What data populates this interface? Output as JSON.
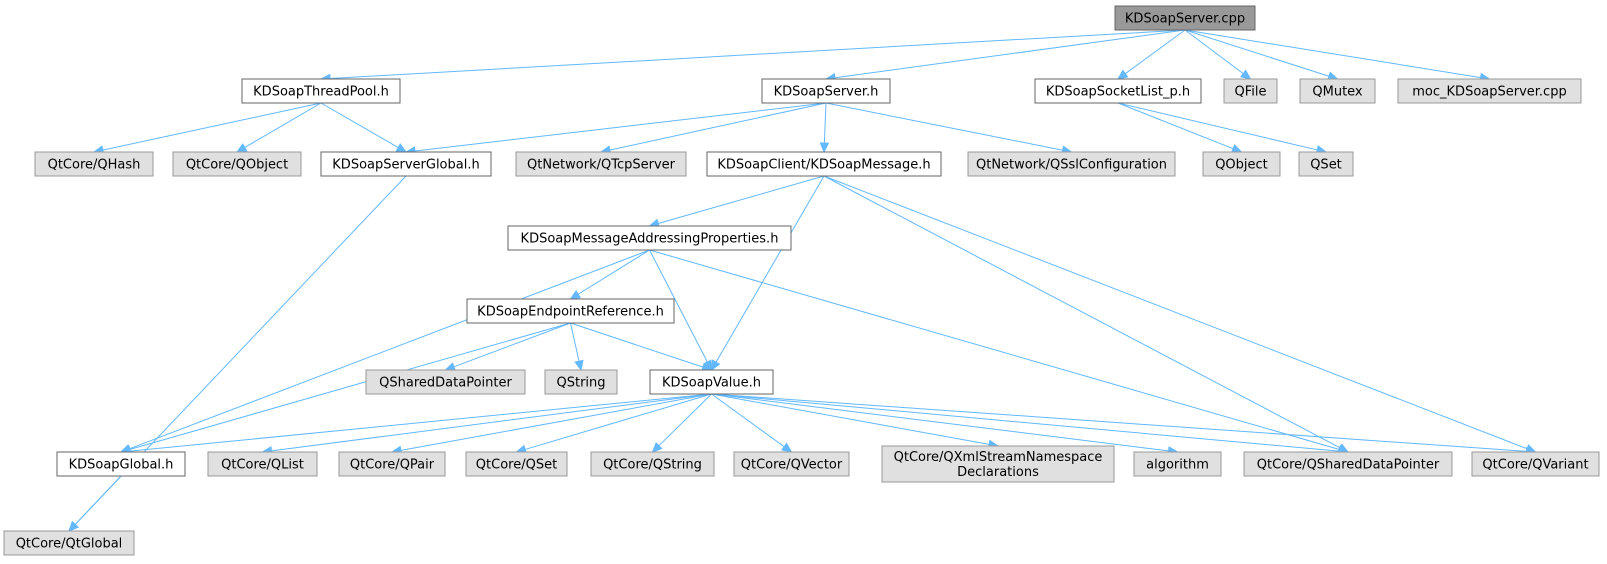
{
  "colors": {
    "edge": "#63b8ff",
    "root_fill": "#999999",
    "local_fill": "#ffffff",
    "external_fill": "#e0e0e0"
  },
  "nodes": [
    {
      "id": "root",
      "kind": "root",
      "lines": [
        "KDSoapServer.cpp"
      ]
    },
    {
      "id": "threadpool",
      "kind": "local",
      "lines": [
        "KDSoapThreadPool.h"
      ]
    },
    {
      "id": "server_h",
      "kind": "local",
      "lines": [
        "KDSoapServer.h"
      ]
    },
    {
      "id": "socketlist",
      "kind": "local",
      "lines": [
        "KDSoapSocketList_p.h"
      ]
    },
    {
      "id": "qfile",
      "kind": "external",
      "lines": [
        "QFile"
      ]
    },
    {
      "id": "qmutex",
      "kind": "external",
      "lines": [
        "QMutex"
      ]
    },
    {
      "id": "moc",
      "kind": "external",
      "lines": [
        "moc_KDSoapServer.cpp"
      ]
    },
    {
      "id": "qhash",
      "kind": "external",
      "lines": [
        "QtCore/QHash"
      ]
    },
    {
      "id": "qobject_core",
      "kind": "external",
      "lines": [
        "QtCore/QObject"
      ]
    },
    {
      "id": "serverglobal",
      "kind": "local",
      "lines": [
        "KDSoapServerGlobal.h"
      ]
    },
    {
      "id": "qtcpserver",
      "kind": "external",
      "lines": [
        "QtNetwork/QTcpServer"
      ]
    },
    {
      "id": "message",
      "kind": "local",
      "lines": [
        "KDSoapClient/KDSoapMessage.h"
      ]
    },
    {
      "id": "qssl",
      "kind": "external",
      "lines": [
        "QtNetwork/QSslConfiguration"
      ]
    },
    {
      "id": "qobject",
      "kind": "external",
      "lines": [
        "QObject"
      ]
    },
    {
      "id": "qset",
      "kind": "external",
      "lines": [
        "QSet"
      ]
    },
    {
      "id": "addressing",
      "kind": "local",
      "lines": [
        "KDSoapMessageAddressingProperties.h"
      ]
    },
    {
      "id": "endpoint",
      "kind": "local",
      "lines": [
        "KDSoapEndpointReference.h"
      ]
    },
    {
      "id": "qshareddp",
      "kind": "external",
      "lines": [
        "QSharedDataPointer"
      ]
    },
    {
      "id": "qstring",
      "kind": "external",
      "lines": [
        "QString"
      ]
    },
    {
      "id": "value",
      "kind": "local",
      "lines": [
        "KDSoapValue.h"
      ]
    },
    {
      "id": "global",
      "kind": "local",
      "lines": [
        "KDSoapGlobal.h"
      ]
    },
    {
      "id": "qlist",
      "kind": "external",
      "lines": [
        "QtCore/QList"
      ]
    },
    {
      "id": "qpair",
      "kind": "external",
      "lines": [
        "QtCore/QPair"
      ]
    },
    {
      "id": "qset_core",
      "kind": "external",
      "lines": [
        "QtCore/QSet"
      ]
    },
    {
      "id": "qstring_core",
      "kind": "external",
      "lines": [
        "QtCore/QString"
      ]
    },
    {
      "id": "qvector",
      "kind": "external",
      "lines": [
        "QtCore/QVector"
      ]
    },
    {
      "id": "qxml",
      "kind": "external",
      "lines": [
        "QtCore/QXmlStreamNamespace",
        "Declarations"
      ]
    },
    {
      "id": "algorithm",
      "kind": "external",
      "lines": [
        "algorithm"
      ]
    },
    {
      "id": "qshared_core",
      "kind": "external",
      "lines": [
        "QtCore/QSharedDataPointer"
      ]
    },
    {
      "id": "qvariant",
      "kind": "external",
      "lines": [
        "QtCore/QVariant"
      ]
    },
    {
      "id": "qtglobal",
      "kind": "external",
      "lines": [
        "QtCore/QtGlobal"
      ]
    }
  ],
  "edges": [
    [
      "root",
      "threadpool"
    ],
    [
      "root",
      "server_h"
    ],
    [
      "root",
      "socketlist"
    ],
    [
      "root",
      "qfile"
    ],
    [
      "root",
      "qmutex"
    ],
    [
      "root",
      "moc"
    ],
    [
      "threadpool",
      "qhash"
    ],
    [
      "threadpool",
      "qobject_core"
    ],
    [
      "threadpool",
      "serverglobal"
    ],
    [
      "server_h",
      "serverglobal"
    ],
    [
      "server_h",
      "qtcpserver"
    ],
    [
      "server_h",
      "message"
    ],
    [
      "server_h",
      "qssl"
    ],
    [
      "socketlist",
      "qobject"
    ],
    [
      "socketlist",
      "qset"
    ],
    [
      "serverglobal",
      "qtglobal"
    ],
    [
      "message",
      "addressing"
    ],
    [
      "message",
      "value"
    ],
    [
      "message",
      "qshared_core"
    ],
    [
      "message",
      "qvariant"
    ],
    [
      "addressing",
      "endpoint"
    ],
    [
      "addressing",
      "value"
    ],
    [
      "addressing",
      "global"
    ],
    [
      "addressing",
      "qshared_core"
    ],
    [
      "endpoint",
      "qshareddp"
    ],
    [
      "endpoint",
      "qstring"
    ],
    [
      "endpoint",
      "value"
    ],
    [
      "endpoint",
      "global"
    ],
    [
      "value",
      "global"
    ],
    [
      "value",
      "qlist"
    ],
    [
      "value",
      "qpair"
    ],
    [
      "value",
      "qset_core"
    ],
    [
      "value",
      "qstring_core"
    ],
    [
      "value",
      "qvector"
    ],
    [
      "value",
      "qxml"
    ],
    [
      "value",
      "algorithm"
    ],
    [
      "value",
      "qshared_core"
    ],
    [
      "value",
      "qvariant"
    ],
    [
      "global",
      "qtglobal"
    ]
  ]
}
